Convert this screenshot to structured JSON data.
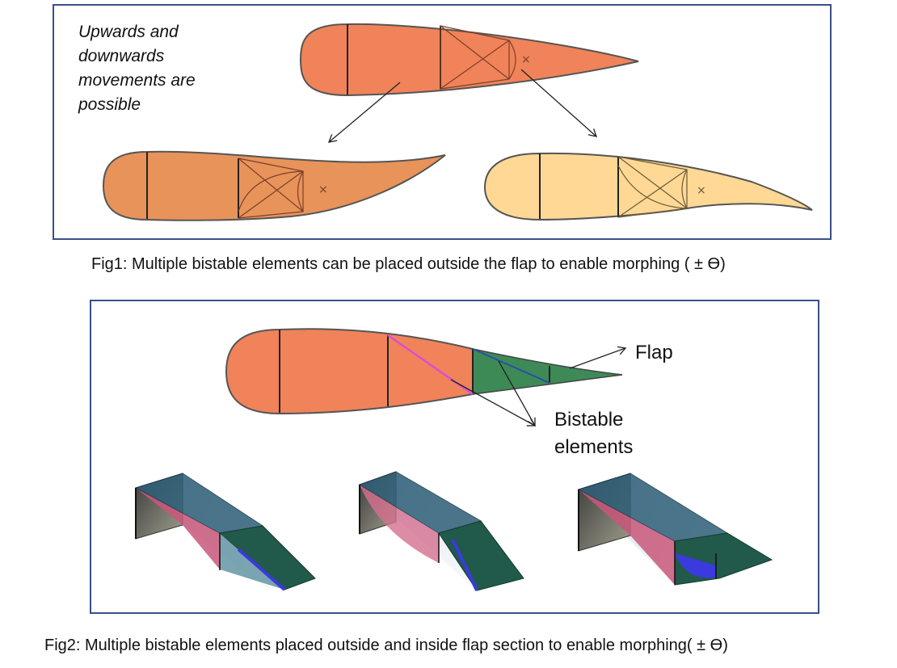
{
  "fig1": {
    "note_lines": [
      "Upwards and",
      "downwards",
      "movements are",
      "possible"
    ],
    "caption": "Fig1: Multiple bistable elements can be placed outside the flap to enable morphing ( ± ϴ)",
    "airfoil_colors": {
      "neutral": "#f08359",
      "deflected_up": "#e8935a",
      "deflected_down": "#fed894"
    }
  },
  "fig2": {
    "flap_label": "Flap",
    "bistable_label_lines": [
      "Bistable",
      "elements"
    ],
    "caption": "Fig2: Multiple bistable elements placed outside and inside flap section to enable morphing( ± ϴ)",
    "colors": {
      "airfoil": "#f08359",
      "flap": "#3d8a57",
      "bistable_line": "#d64fd6",
      "flap_line": "#2a4fa8"
    }
  },
  "colors": {
    "frame": "#3b4f8a",
    "outline": "#333333"
  }
}
